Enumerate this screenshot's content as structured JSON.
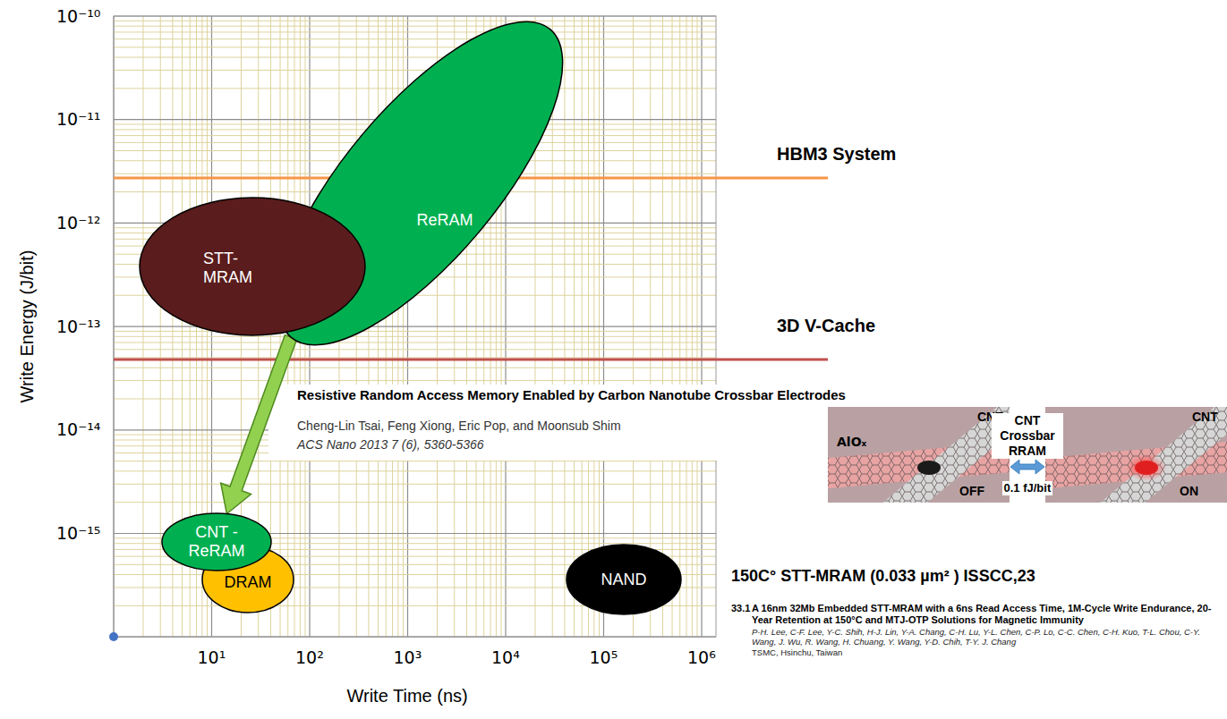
{
  "diagram": {
    "nodes": [
      {
        "text": [
          "ReRAM"
        ]
      },
      {
        "text": [
          "STT- MRAM"
        ]
      },
      {
        "text": [
          "CNT - ReRAM"
        ]
      },
      {
        "text": [
          "DRAM"
        ]
      },
      {
        "text": [
          "NAND"
        ]
      }
    ],
    "edges": [
      {
        "from": 0,
        "to": 2,
        "arrow": "to"
      }
    ],
    "labels": [
      "10⁻¹⁰",
      "10⁻¹¹",
      "10⁻¹²",
      "10⁻¹³",
      "10⁻¹⁴",
      "10⁻¹⁵",
      "10¹",
      "10²",
      "10³",
      "10⁴",
      "10⁵",
      "10⁶",
      "Write Energy (J/bit)",
      "Write Time (ns)",
      "HBM3 System",
      "3D V-Cache",
      "Resistive Random Access Memory Enabled by Carbon Nanotube Crossbar Electrodes",
      "Cheng-Lin Tsai, Feng Xiong, Eric Pop, and Moonsub Shim",
      "ACS Nano 2013 7 (6), 5360-5366",
      "CNT",
      "AlOₓ",
      "OFF",
      "CNT Crossbar RRAM",
      "0.1 fJ/bit",
      "ON",
      "CNT",
      "150C° STT-MRAM (0.033 µm² ) ISSCC,23",
      "33.1",
      "A 16nm 32Mb Embedded STT-MRAM with a 6ns Read Access Time, 1M-Cycle Write Endurance, 20-Year Retention at 150°C and MTJ-OTP Solutions for Magnetic Immunity",
      "P-H. Lee, C-F. Lee, Y-C. Shih, H-J. Lin, Y-A. Chang, C-H. Lu, Y-L. Chen, C-P. Lo, C-C. Chen, C-H. Kuo, T-L. Chou, C-Y. Wang, J. Wu, R. Wang, H. Chuang, Y. Wang, Y-D. Chih, T-Y. J. Chang",
      "TSMC, Hsinchu, Taiwan"
    ]
  }
}
